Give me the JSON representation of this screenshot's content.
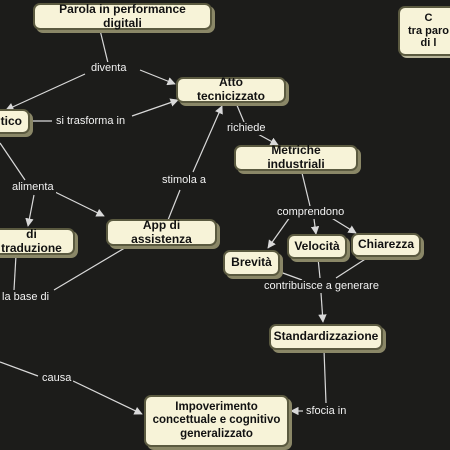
{
  "nodes": {
    "parola": "Parola in performance digitali",
    "atto": "Atto tecnicizzato",
    "pensiero": "tico",
    "metriche": "Metriche industriali",
    "traduzione": "di traduzione",
    "app": "App di assistenza",
    "brevita": "Brevità",
    "velocita": "Velocità",
    "chiarezza": "Chiarezza",
    "standard": "Standardizzazione",
    "impoverimento": "Impoverimento\nconcettuale e cognitivo\ngeneralizzato",
    "corner": "C\ntra paro\ndi l"
  },
  "links": {
    "diventa": "diventa",
    "si_trasforma": "si trasforma in",
    "richiede": "richiede",
    "alimenta": "alimenta",
    "stimola": "stimola a",
    "comprendono": "comprendono",
    "contribuisce": "contribuisce a generare",
    "base": "la base di",
    "causa": "causa",
    "sfocia": "sfocia in"
  },
  "colors": {
    "background": "#1c1c1a",
    "node_fill": "#f7f3d8",
    "node_border": "#5b5a40",
    "edge": "#d9d9d9"
  }
}
